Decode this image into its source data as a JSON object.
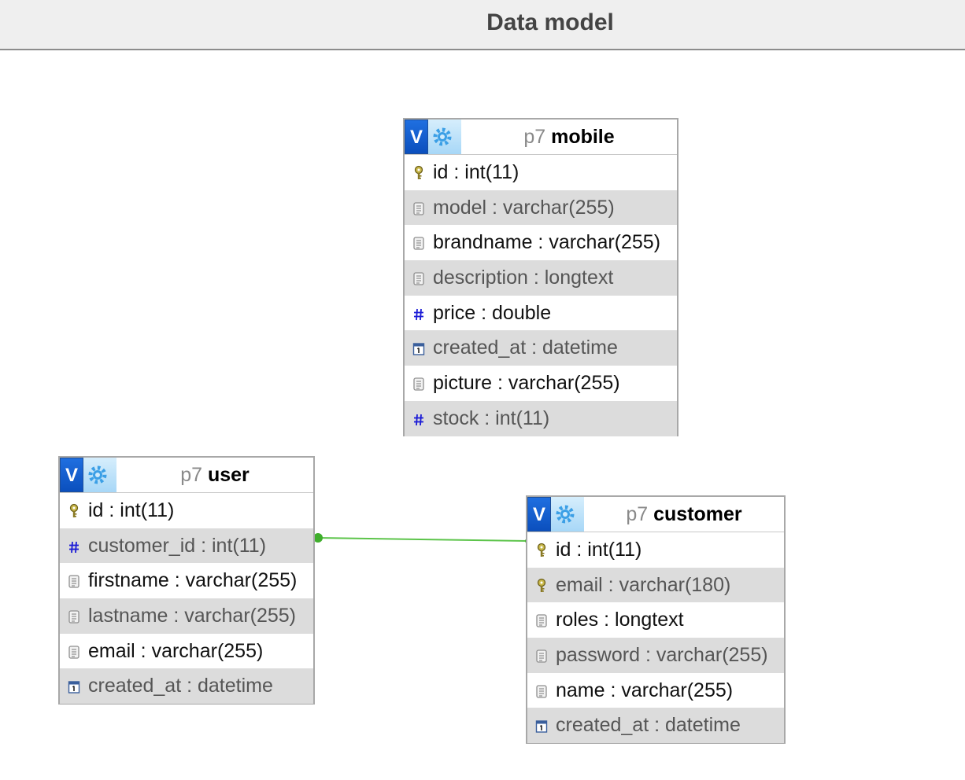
{
  "page": {
    "title": "Data model"
  },
  "tables": {
    "mobile": {
      "db": "p7",
      "name": "mobile",
      "columns": [
        {
          "label": "id : int(11)",
          "type": "key-icon"
        },
        {
          "label": "model : varchar(255)",
          "type": "text-icon"
        },
        {
          "label": "brandname : varchar(255)",
          "type": "text-icon"
        },
        {
          "label": "description : longtext",
          "type": "text-icon"
        },
        {
          "label": "price : double",
          "type": "number-icon"
        },
        {
          "label": "created_at : datetime",
          "type": "date-icon"
        },
        {
          "label": "picture : varchar(255)",
          "type": "text-icon"
        },
        {
          "label": "stock : int(11)",
          "type": "number-icon"
        }
      ]
    },
    "user": {
      "db": "p7",
      "name": "user",
      "columns": [
        {
          "label": "id : int(11)",
          "type": "key-icon"
        },
        {
          "label": "customer_id : int(11)",
          "type": "number-icon"
        },
        {
          "label": "firstname : varchar(255)",
          "type": "text-icon"
        },
        {
          "label": "lastname : varchar(255)",
          "type": "text-icon"
        },
        {
          "label": "email : varchar(255)",
          "type": "text-icon"
        },
        {
          "label": "created_at : datetime",
          "type": "date-icon"
        }
      ]
    },
    "customer": {
      "db": "p7",
      "name": "customer",
      "columns": [
        {
          "label": "id : int(11)",
          "type": "key-icon"
        },
        {
          "label": "email : varchar(180)",
          "type": "key-icon"
        },
        {
          "label": "roles : longtext",
          "type": "text-icon"
        },
        {
          "label": "password : varchar(255)",
          "type": "text-icon"
        },
        {
          "label": "name : varchar(255)",
          "type": "text-icon"
        },
        {
          "label": "created_at : datetime",
          "type": "date-icon"
        }
      ]
    }
  },
  "buttons": {
    "toggle_label": "V",
    "options_icon": "gear-icon"
  },
  "colors": {
    "relation_line": "#5cc44a",
    "toggle_button": "#1660d6",
    "alt_row": "#dcdcdc"
  },
  "relations": [
    {
      "from": "user.customer_id",
      "to": "customer.id"
    }
  ]
}
